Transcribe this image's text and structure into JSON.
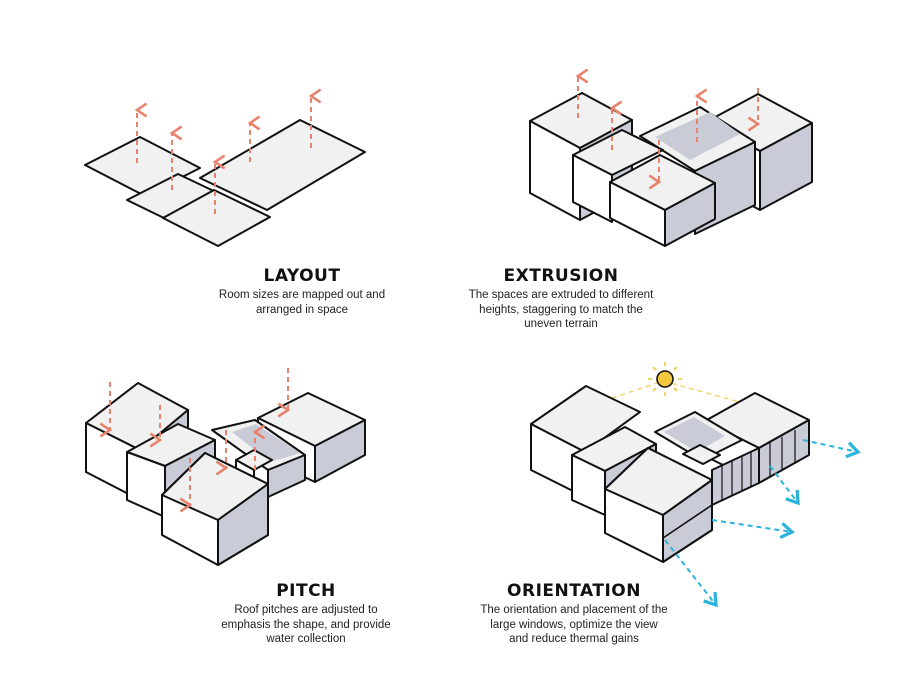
{
  "colors": {
    "outline": "#111111",
    "face_top": "#f1f1f1",
    "face_front": "#ffffff",
    "face_shadow": "#c9cbd6",
    "arrow_red": "#e8826c",
    "arrow_blue": "#2ab4dc",
    "sun": "#f4c83c",
    "sun_line": "#f0d262"
  },
  "panels": [
    {
      "id": "layout",
      "title": "LAYOUT",
      "description_lines": [
        "Room sizes are mapped out and",
        "arranged in space"
      ]
    },
    {
      "id": "extrusion",
      "title": "EXTRUSION",
      "description_lines": [
        "The spaces are extruded to different",
        "heights, staggering to match the",
        "uneven terrain"
      ]
    },
    {
      "id": "pitch",
      "title": "PITCH",
      "description_lines": [
        "Roof pitches are adjusted to",
        "emphasis the shape, and provide",
        "water collection"
      ]
    },
    {
      "id": "orientation",
      "title": "ORIENTATION",
      "description_lines": [
        "The orientation and placement of the",
        "large windows, optimize the view",
        "and reduce thermal gains"
      ]
    }
  ],
  "icons": {
    "up_arrow": "dashed-up-arrow-icon",
    "down_arrow": "dashed-down-arrow-icon",
    "view_arrow": "dashed-view-arrow-icon",
    "sun": "sun-icon"
  }
}
